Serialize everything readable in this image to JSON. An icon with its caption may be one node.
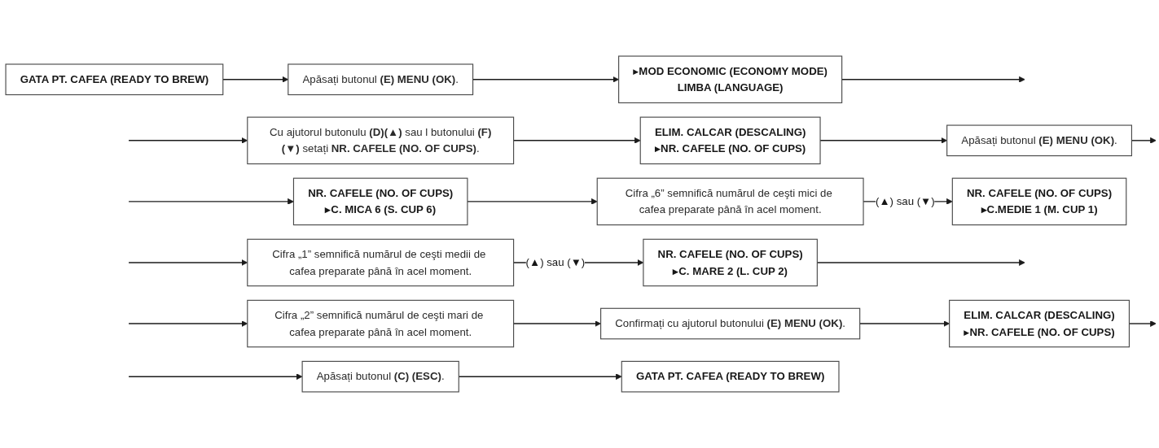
{
  "diagram": {
    "nodes": [
      {
        "text": [
          "GATA PT. CAFEA (READY TO BREW)"
        ]
      },
      {
        "text": [
          "Apăsați butonul **(E) MENU (OK)**."
        ]
      },
      {
        "text": [
          "▸MOD ECONOMIC (ECONOMY MODE)",
          "LIMBA (LANGUAGE)"
        ]
      },
      {
        "text": [
          "Cu ajutorul butonulu **(D)(▲)** sau l butonului **(F)(▼)** setați **NR. CAFELE (NO. OF CUPS)**."
        ]
      },
      {
        "text": [
          "ELIM. CALCAR (DESCALING)",
          "▸NR. CAFELE (NO. OF CUPS)"
        ]
      },
      {
        "text": [
          "Apăsați butonul **(E) MENU (OK)**."
        ]
      },
      {
        "text": [
          "NR. CAFELE (NO. OF CUPS)",
          "▸C. MICA 6 (S. CUP 6)"
        ]
      },
      {
        "text": [
          "Cifra „6” semnifică numărul de ceşti mici de cafea preparate până în acel moment."
        ]
      },
      {
        "text": [
          "NR. CAFELE (NO. OF CUPS)",
          "▸C.MEDIE 1 (M. CUP 1)"
        ]
      },
      {
        "text": [
          "Cifra „1” semnifică numărul de ceşti medii de cafea preparate până în acel moment."
        ]
      },
      {
        "text": [
          "NR. CAFELE (NO. OF CUPS)",
          "▸C. MARE 2 (L. CUP 2)"
        ]
      },
      {
        "text": [
          "Cifra „2” semnifică numărul de ceşti mari de cafea preparate până în acel moment."
        ]
      },
      {
        "text": [
          "Confirmați cu ajutorul butonului **(E) MENU (OK)**."
        ]
      },
      {
        "text": [
          "ELIM. CALCAR (DESCALING)",
          "▸NR. CAFELE (NO. OF CUPS)"
        ]
      },
      {
        "text": [
          "Apăsați butonul **(C) (ESC)**."
        ]
      },
      {
        "text": [
          "GATA PT. CAFEA (READY TO BREW)"
        ]
      }
    ],
    "edges": [
      {
        "from": 0,
        "to": 1,
        "arrow": "to"
      },
      {
        "from": 1,
        "to": 2,
        "arrow": "to"
      },
      {
        "from": 2,
        "to": null,
        "arrow": "to"
      },
      {
        "from": null,
        "to": 3,
        "arrow": "to"
      },
      {
        "from": 3,
        "to": 4,
        "arrow": "to"
      },
      {
        "from": 4,
        "to": 5,
        "arrow": "to"
      },
      {
        "from": 5,
        "to": null,
        "arrow": "to"
      },
      {
        "from": null,
        "to": 6,
        "arrow": "to"
      },
      {
        "from": 6,
        "to": 7,
        "arrow": "to"
      },
      {
        "from": 7,
        "to": 8,
        "arrow": "to",
        "label": "(▲) sau (▼)"
      },
      {
        "from": null,
        "to": 9,
        "arrow": "to"
      },
      {
        "from": 9,
        "to": 10,
        "arrow": "to",
        "label": "(▲) sau (▼)"
      },
      {
        "from": 10,
        "to": null,
        "arrow": "to"
      },
      {
        "from": null,
        "to": 11,
        "arrow": "to"
      },
      {
        "from": 11,
        "to": 12,
        "arrow": "to"
      },
      {
        "from": 12,
        "to": 13,
        "arrow": "to"
      },
      {
        "from": 13,
        "to": null,
        "arrow": "to"
      },
      {
        "from": null,
        "to": 14,
        "arrow": "to"
      },
      {
        "from": 14,
        "to": 15,
        "arrow": "to"
      }
    ]
  }
}
